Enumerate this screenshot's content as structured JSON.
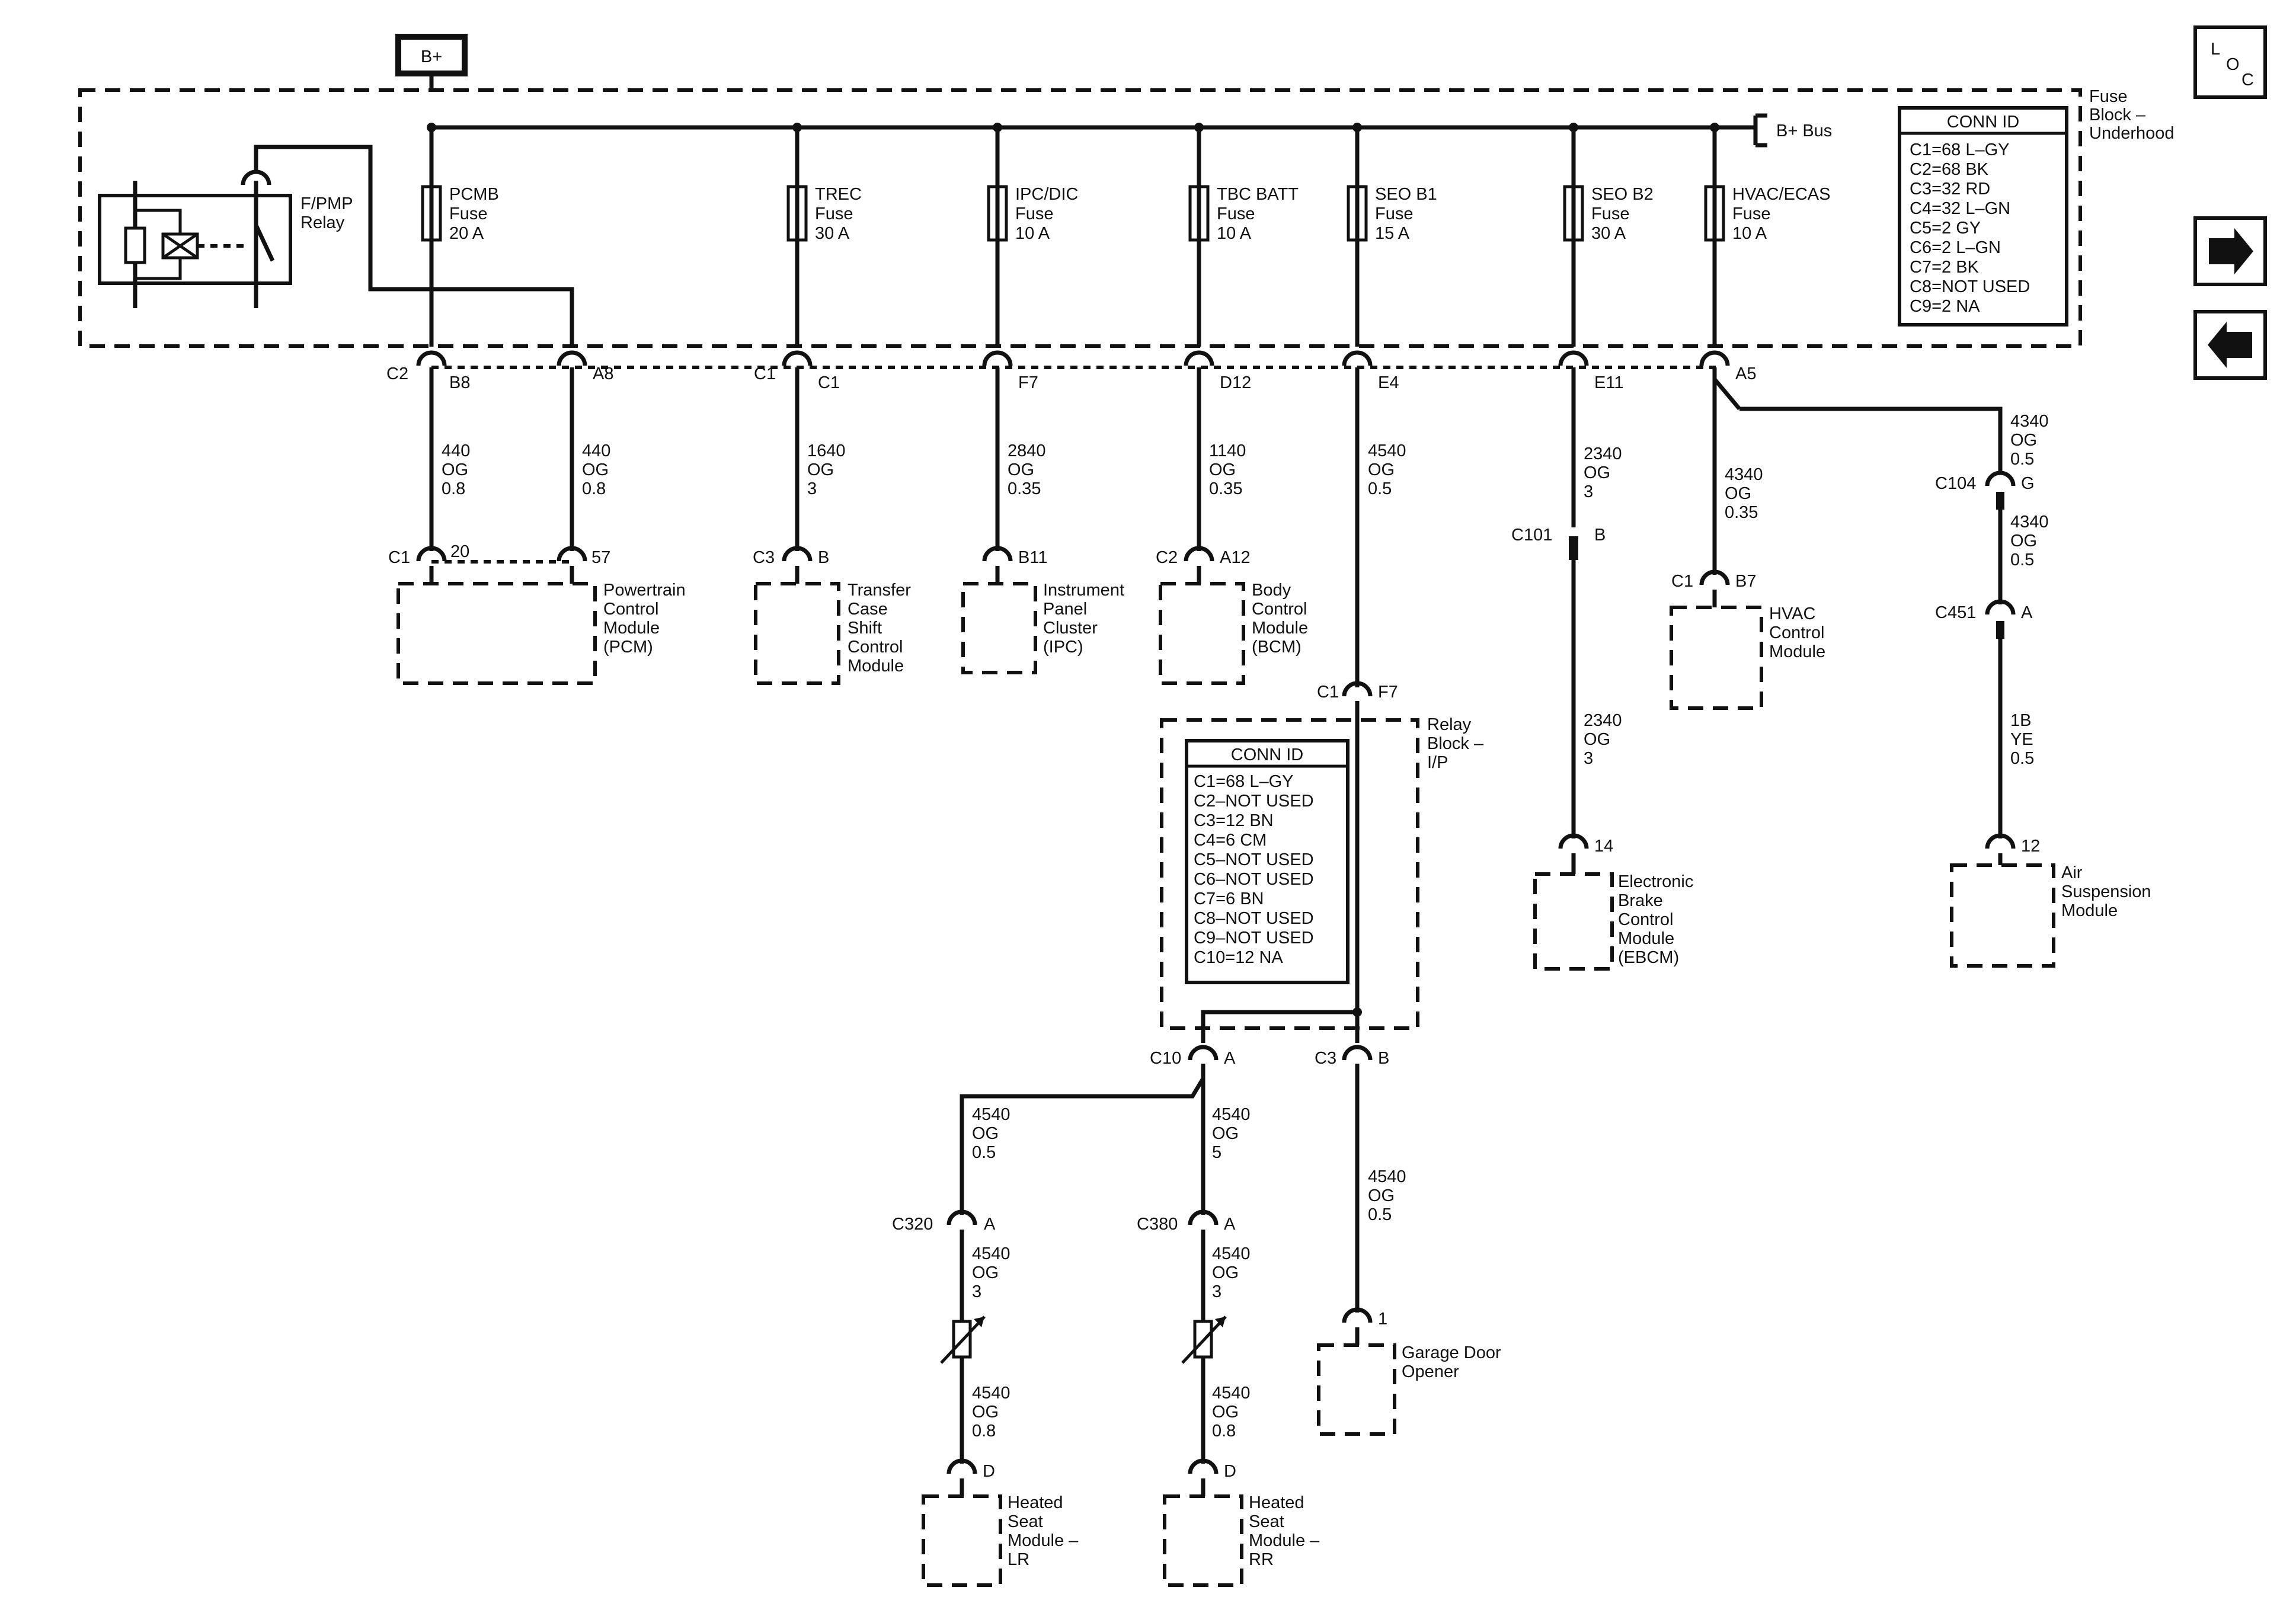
{
  "header": {
    "power_source": "B+",
    "loc_button": [
      "L",
      "O",
      "C"
    ]
  },
  "fuse_block": {
    "title": [
      "Fuse",
      "Block –",
      "Underhood"
    ],
    "bus_label": "B+ Bus",
    "relay_label": [
      "F/PMP",
      "Relay"
    ],
    "fuses": [
      {
        "name": "PCMB",
        "type": "Fuse",
        "rating": "20 A"
      },
      {
        "name": "TREC",
        "type": "Fuse",
        "rating": "30 A"
      },
      {
        "name": "IPC/DIC",
        "type": "Fuse",
        "rating": "10 A"
      },
      {
        "name": "TBC BATT",
        "type": "Fuse",
        "rating": "10 A"
      },
      {
        "name": "SEO B1",
        "type": "Fuse",
        "rating": "15 A"
      },
      {
        "name": "SEO B2",
        "type": "Fuse",
        "rating": "30 A"
      },
      {
        "name": "HVAC/ECAS",
        "type": "Fuse",
        "rating": "10 A"
      }
    ],
    "conn_id": {
      "title": "CONN ID",
      "rows": [
        "C1=68 L–GY",
        "C2=68 BK",
        "C3=32 RD",
        "C4=32 L–GN",
        "C5=2 GY",
        "C6=2 L–GN",
        "C7=2 BK",
        "C8=NOT USED",
        "C9=2 NA"
      ]
    },
    "pins": [
      "C2",
      "B8",
      "A8",
      "C1",
      "C1",
      "F7",
      "D12",
      "E4",
      "E11",
      "A5"
    ]
  },
  "wires": [
    [
      "440",
      "OG",
      "0.8"
    ],
    [
      "440",
      "OG",
      "0.8"
    ],
    [
      "1640",
      "OG",
      "3"
    ],
    [
      "2840",
      "OG",
      "0.35"
    ],
    [
      "1140",
      "OG",
      "0.35"
    ],
    [
      "4540",
      "OG",
      "0.5"
    ],
    [
      "2340",
      "OG",
      "3"
    ],
    [
      "4340",
      "OG",
      "0.35"
    ],
    [
      "4340",
      "OG",
      "0.5"
    ],
    [
      "4340",
      "OG",
      "0.5"
    ],
    [
      "1B",
      "YE",
      "0.5"
    ],
    [
      "2340",
      "OG",
      "3"
    ],
    [
      "4540",
      "OG",
      "0.5"
    ],
    [
      "4540",
      "OG",
      "5"
    ],
    [
      "4540",
      "OG",
      "0.5"
    ],
    [
      "4540",
      "OG",
      "3"
    ],
    [
      "4540",
      "OG",
      "3"
    ],
    [
      "4540",
      "OG",
      "0.8"
    ],
    [
      "4540",
      "OG",
      "0.8"
    ]
  ],
  "connectors": {
    "pcm": [
      "C1",
      "20",
      "57"
    ],
    "trec": [
      "C3",
      "B"
    ],
    "ipc": [
      "B11"
    ],
    "bcm": [
      "C2",
      "A12"
    ],
    "hvac": [
      "C1",
      "B7"
    ],
    "c104": [
      "C104",
      "G"
    ],
    "c451": [
      "C451",
      "A"
    ],
    "c101": [
      "C101",
      "B"
    ],
    "ebcm": [
      "14"
    ],
    "asm": [
      "12"
    ],
    "relay_in": [
      "C1",
      "F7"
    ],
    "c10": [
      "C10",
      "A"
    ],
    "c3": [
      "C3",
      "B"
    ],
    "c320": [
      "C320",
      "A"
    ],
    "c380": [
      "C380",
      "A"
    ],
    "gdo": [
      "1"
    ],
    "hs_lr": [
      "D"
    ],
    "hs_rr": [
      "D"
    ]
  },
  "modules": {
    "pcm": [
      "Powertrain",
      "Control",
      "Module",
      "(PCM)"
    ],
    "trec": [
      "Transfer",
      "Case",
      "Shift",
      "Control",
      "Module"
    ],
    "ipc": [
      "Instrument",
      "Panel",
      "Cluster",
      "(IPC)"
    ],
    "bcm": [
      "Body",
      "Control",
      "Module",
      "(BCM)"
    ],
    "hvac": [
      "HVAC",
      "Control",
      "Module"
    ],
    "ebcm": [
      "Electronic",
      "Brake",
      "Control",
      "Module",
      "(EBCM)"
    ],
    "asm": [
      "Air",
      "Suspension",
      "Module"
    ],
    "gdo": [
      "Garage Door",
      "Opener"
    ],
    "hs_lr": [
      "Heated",
      "Seat",
      "Module –",
      "LR"
    ],
    "hs_rr": [
      "Heated",
      "Seat",
      "Module –",
      "RR"
    ]
  },
  "relay_block": {
    "title": [
      "Relay",
      "Block –",
      "I/P"
    ],
    "conn_id": {
      "title": "CONN ID",
      "rows": [
        "C1=68 L–GY",
        "C2–NOT USED",
        "C3=12 BN",
        "C4=6 CM",
        "C5–NOT USED",
        "C6–NOT USED",
        "C7=6 BN",
        "C8–NOT USED",
        "C9–NOT USED",
        "C10=12 NA"
      ]
    }
  },
  "nav": {
    "next_icon": "arrow-right-icon",
    "prev_icon": "arrow-left-icon"
  }
}
